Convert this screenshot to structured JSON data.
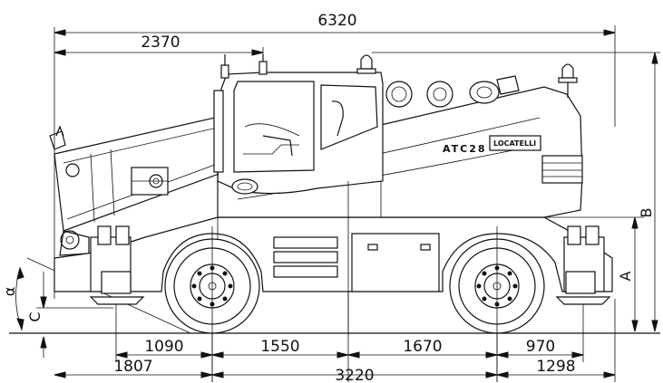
{
  "model_badge": "ATC28",
  "brand_plate": "LOCATELLI",
  "dimensions": {
    "overall_length": "6320",
    "boom_overhang": "2370",
    "front_track": "1090",
    "mid_front": "1550",
    "mid_rear": "1670",
    "rear_track": "970",
    "front_overhang": "1807",
    "wheelbase": "3220",
    "rear_overhang": "1298",
    "height_b": "B",
    "height_a": "A",
    "clearance_c": "C",
    "approach_angle": "α"
  }
}
